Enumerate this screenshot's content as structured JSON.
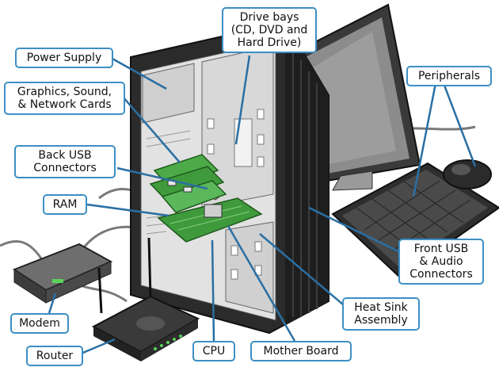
{
  "labels": {
    "drive_bays": "Drive bays\n(CD, DVD and\nHard Drive)",
    "power_supply": "Power Supply",
    "graphics_cards": "Graphics, Sound,\n& Network Cards",
    "back_usb": "Back USB\nConnectors",
    "ram": "RAM",
    "modem": "Modem",
    "router": "Router",
    "cpu": "CPU",
    "mother_board": "Mother Board",
    "heat_sink": "Heat Sink\nAssembly",
    "front_usb": "Front USB\n& Audio\nConnectors",
    "peripherals": "Peripherals"
  },
  "colors": {
    "callout_border": "#3d8fc4",
    "leader_line": "#2a6fa3",
    "case_dark": "#2b2b2b",
    "board_green": "#3f9a3c"
  }
}
